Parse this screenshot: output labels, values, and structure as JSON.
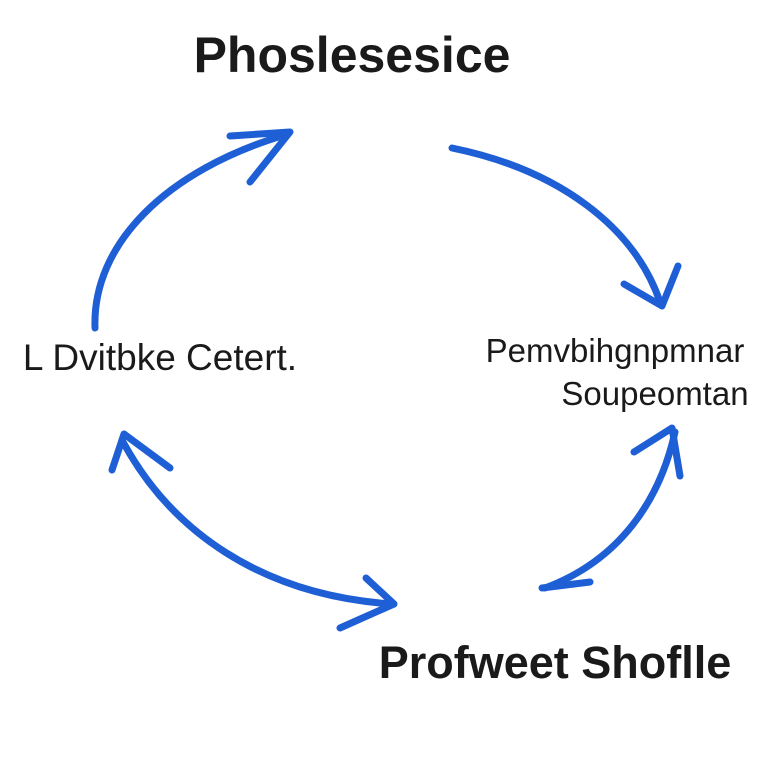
{
  "diagram": {
    "nodes": {
      "top": "Phoslesesice",
      "left": "L Dvitbke Cetert.",
      "right_line1": "Pemvbihgnpmnar",
      "right_line2": "Soupeomtan",
      "bottom": "Profweet Shoflle"
    },
    "arrow_color": "#1f5fd6"
  }
}
